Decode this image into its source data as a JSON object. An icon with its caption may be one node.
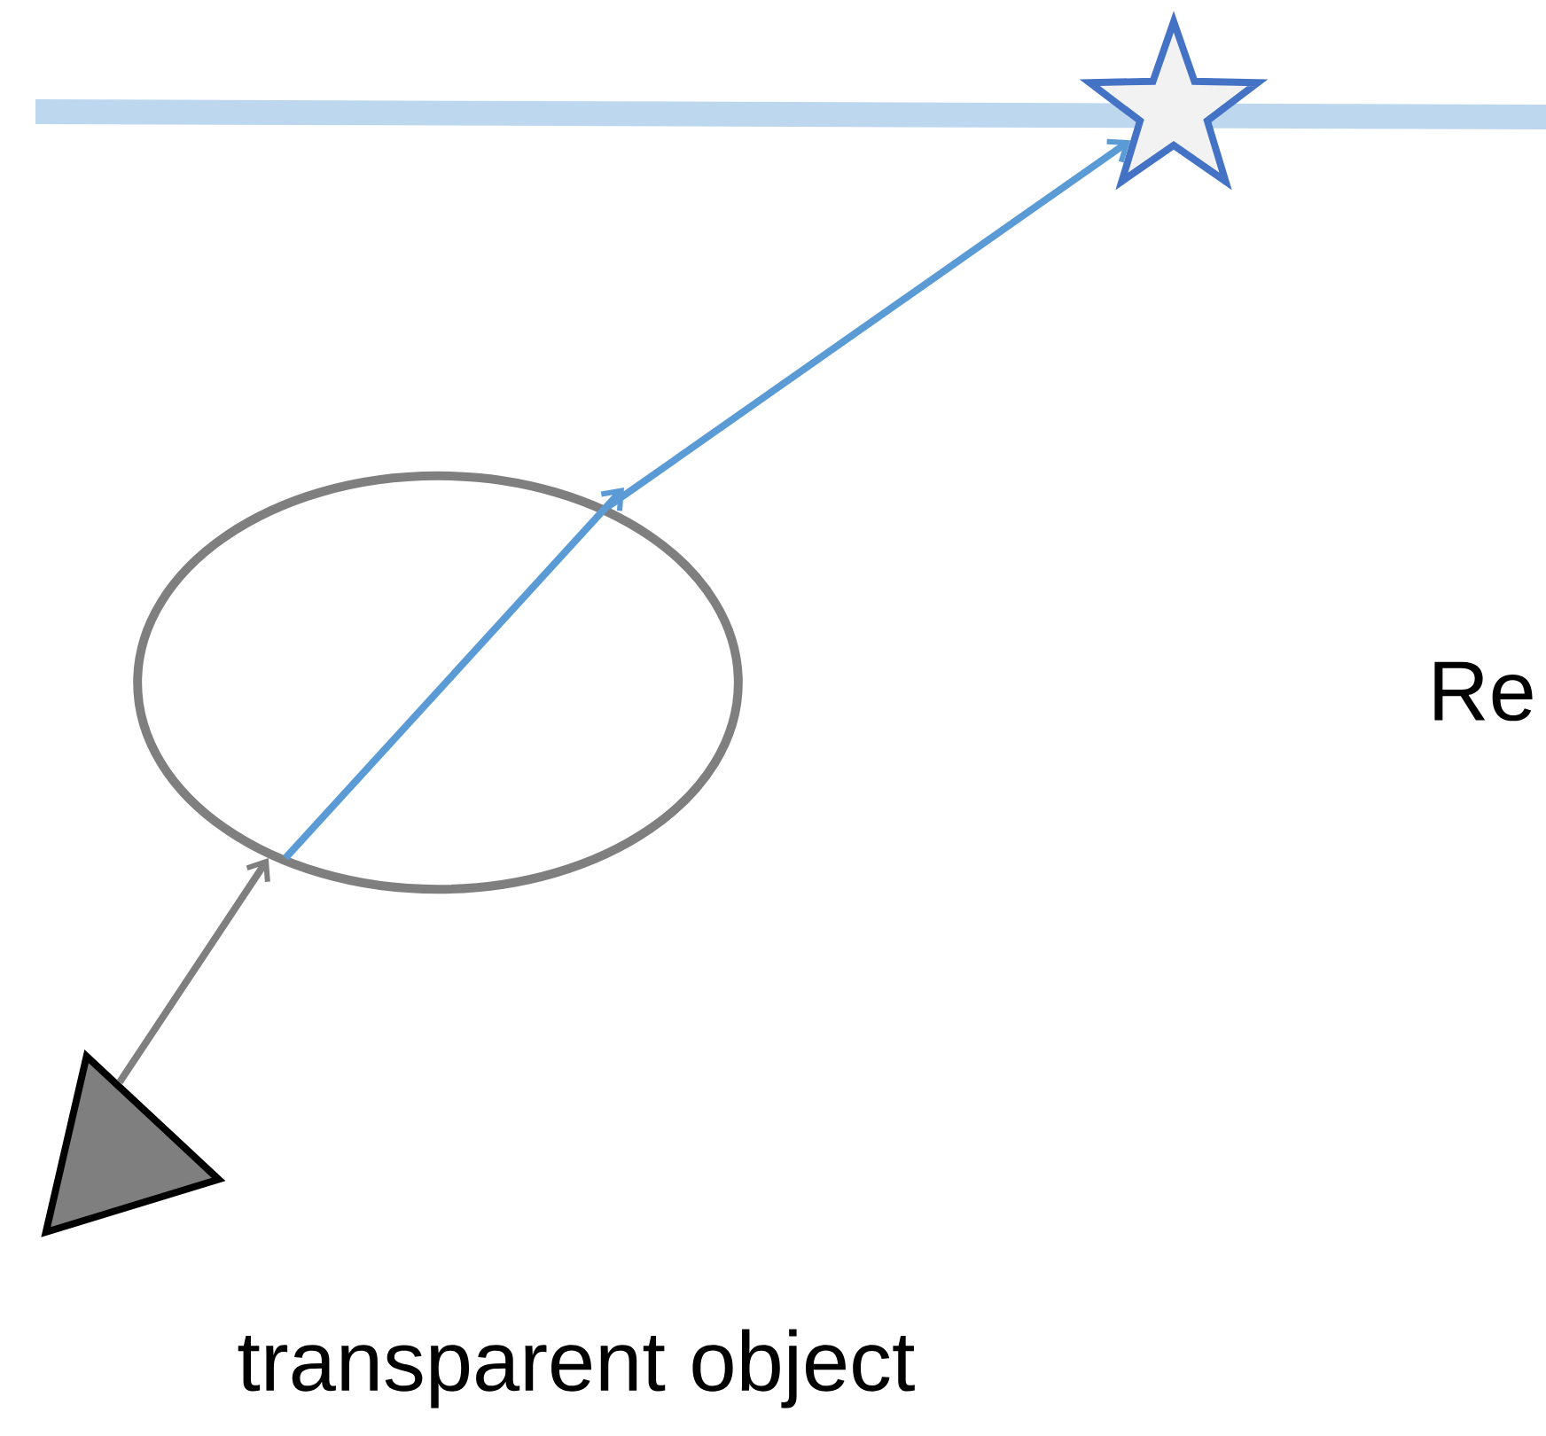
{
  "diagram": {
    "nodes": [
      {
        "text": [],
        "shape": "triangle"
      },
      {
        "text": [],
        "shape": "ellipse"
      },
      {
        "text": [],
        "shape": "star"
      }
    ],
    "edges": [
      {
        "from": 0,
        "to": 1,
        "arrow": "to",
        "color": "#7f7f7f"
      },
      {
        "from": 1,
        "to": 2,
        "arrow": "to",
        "color": "#5b9bd5"
      }
    ],
    "labels": [
      "Re",
      "transparent object"
    ]
  }
}
